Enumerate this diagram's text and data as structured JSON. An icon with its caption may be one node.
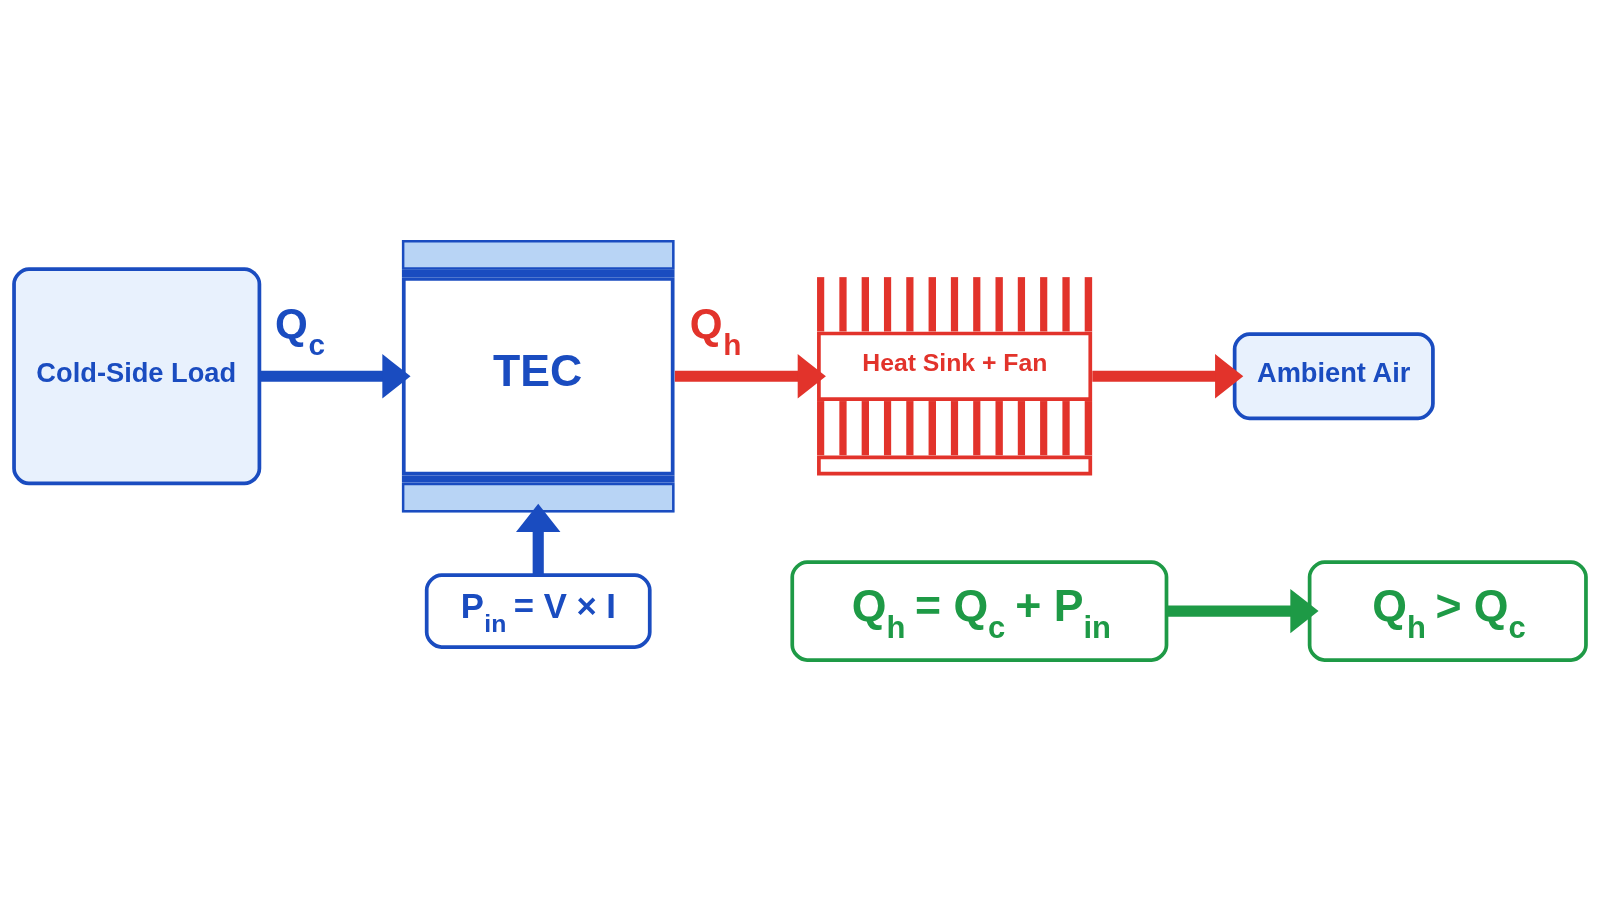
{
  "diagram": {
    "nodes": [
      {
        "text": [
          "Cold-Side Load"
        ]
      },
      {
        "text": [
          "TEC"
        ]
      },
      {
        "text": [
          "Heat Sink + Fan"
        ]
      },
      {
        "text": [
          "Ambient Air"
        ]
      },
      {
        "text": [
          "P$_{in}$ = V × I"
        ]
      },
      {
        "text": [
          "Q$_{h}$ = Q$_{c}$ + P$_{in}$"
        ]
      },
      {
        "text": [
          "Q$_{h}$ > Q$_{c}$"
        ]
      }
    ],
    "edges": [
      {
        "from": 0,
        "to": 1,
        "arrow": "to",
        "label": "Q$_{c}$",
        "color": "#1a4cc0"
      },
      {
        "from": 1,
        "to": 2,
        "arrow": "to",
        "label": "Q$_{h}$",
        "color": "#e2332b"
      },
      {
        "from": 2,
        "to": 3,
        "arrow": "to",
        "color": "#e2332b"
      },
      {
        "from": 4,
        "to": 1,
        "arrow": "to",
        "color": "#1a4cc0"
      },
      {
        "from": 5,
        "to": 6,
        "arrow": "to",
        "color": "#1e9a46"
      }
    ]
  }
}
